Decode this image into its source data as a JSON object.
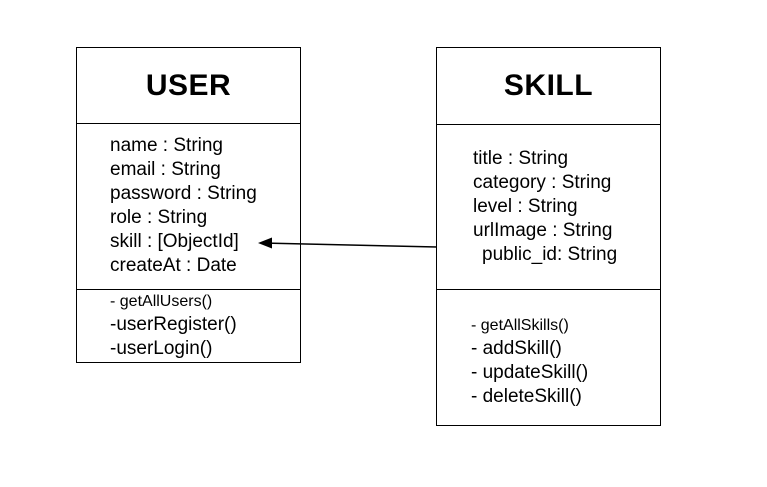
{
  "classes": {
    "user": {
      "name": "USER",
      "attributes": [
        "name : String",
        "email : String",
        "password : String",
        "role : String",
        "skill : [ObjectId]",
        "createAt : Date"
      ],
      "methods": [
        "- getAllUsers()",
        "-userRegister()",
        "-userLogin()"
      ]
    },
    "skill": {
      "name": "SKILL",
      "attributes": [
        "title : String",
        "category : String",
        "level : String",
        "urlImage : String",
        "public_id: String"
      ],
      "methods": [
        "- getAllSkills()",
        "- addSkill()",
        "- updateSkill()",
        "- deleteSkill()"
      ]
    }
  },
  "relation": {
    "from": "skill",
    "to": "user.skill",
    "arrow": "open-arrow"
  }
}
